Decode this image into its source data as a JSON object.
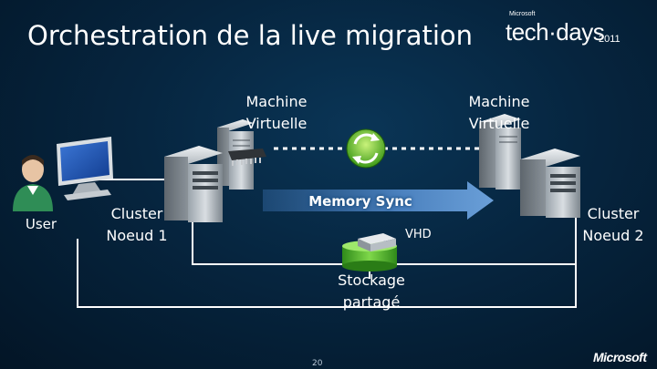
{
  "title": "Orchestration de la live migration",
  "logo": {
    "brand": "Microsoft",
    "name": "tech·days",
    "year": "2011"
  },
  "vm_left": {
    "label_line1": "Machine",
    "label_line2": "Virtuelle"
  },
  "vm_right": {
    "label_line1": "Machine",
    "label_line2": "Virtuelle"
  },
  "user": {
    "label": "User"
  },
  "cluster_left": {
    "label_line1": "Cluster",
    "label_line2": "Noeud 1"
  },
  "cluster_right": {
    "label_line1": "Cluster",
    "label_line2": "Noeud 2"
  },
  "arrow": {
    "label": "Memory Sync"
  },
  "vhd": {
    "label": "VHD"
  },
  "storage": {
    "label_line1": "Stockage",
    "label_line2": "partagé"
  },
  "page_number": "20",
  "footer_logo": "Microsoft"
}
